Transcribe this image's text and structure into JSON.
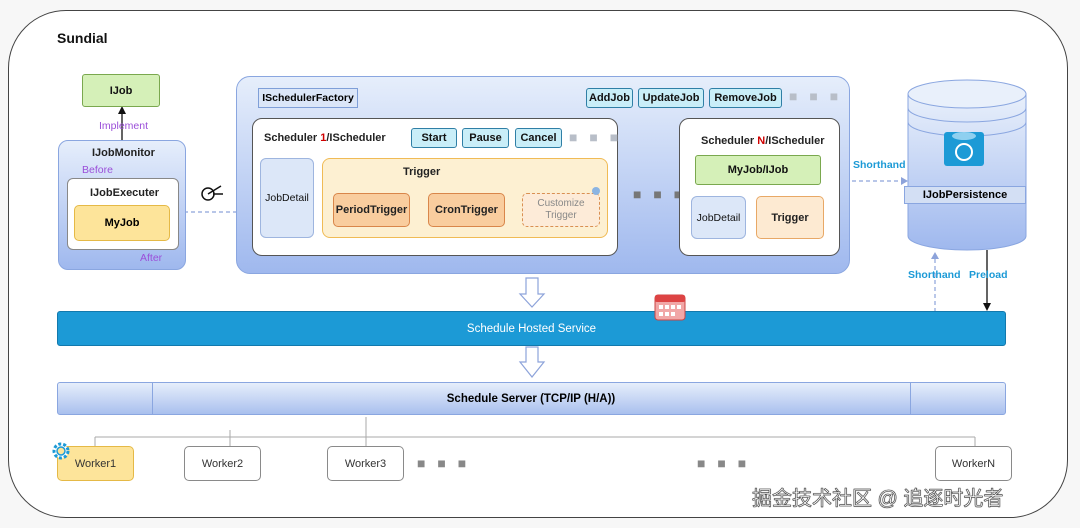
{
  "title": "Sundial",
  "ijob": "IJob",
  "implement": "Implement",
  "monitor": {
    "title": "IJobMonitor",
    "before": "Before",
    "executer": "IJobExecuter",
    "myjob": "MyJob",
    "after": "After"
  },
  "factory": {
    "title": "ISchedulerFactory",
    "buttons": [
      "AddJob",
      "UpdateJob",
      "RemoveJob"
    ],
    "dots": "■ ■ ■"
  },
  "scheduler1": {
    "title_prefix": "Scheduler ",
    "title_num": "1",
    "title_suffix": "/IScheduler",
    "buttons": [
      "Start",
      "Pause",
      "Cancel"
    ],
    "dots": "■ ■ ■",
    "jobdetail": "JobDetail",
    "trigger": "Trigger",
    "triggers": [
      "PeriodTrigger",
      "CronTrigger"
    ],
    "custom": "Customize Trigger"
  },
  "middle_dots": "■ ■ ■",
  "schedulerN": {
    "title_prefix": "Scheduler ",
    "title_num": "N",
    "title_suffix": "/IScheduler",
    "myjob": "MyJob/IJob",
    "jobdetail": "JobDetail",
    "trigger": "Trigger"
  },
  "persistence": {
    "label": "IJobPersistence",
    "shorthand_top": "Shorthand",
    "shorthand_bottom": "Shorthand",
    "preload": "Preload"
  },
  "hosted": "Schedule Hosted Service",
  "server": "Schedule Server (TCP/IP (H/A))",
  "workers": [
    "Worker1",
    "Worker2",
    "Worker3",
    "WorkerN"
  ],
  "worker_dots": [
    "■ ■ ■",
    "■ ■ ■"
  ],
  "watermark": "掘金技术社区 @ 追逐时光者",
  "colors": {
    "accent_blue": "#1c9ad6",
    "red": "#d00000",
    "purple": "#9b4fd9"
  }
}
